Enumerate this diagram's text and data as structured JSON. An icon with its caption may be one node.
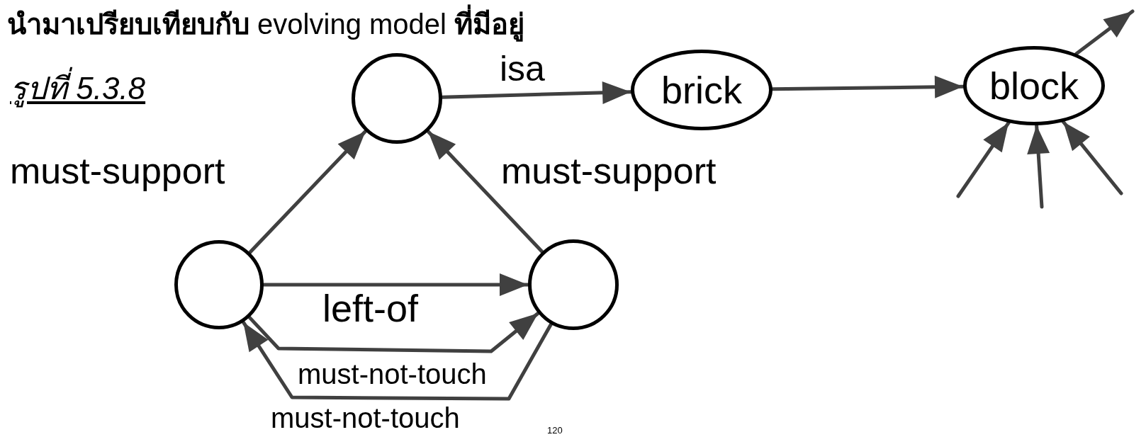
{
  "diagram": {
    "title": "**นำมาเปรียบเทียบกับ** evolving model **ที่มีอยู่**",
    "nodes": [
      {
        "text": [],
        "shape": "circle"
      },
      {
        "text": [
          "brick"
        ]
      },
      {
        "text": [
          "block"
        ]
      },
      {
        "text": [],
        "shape": "circle"
      },
      {
        "text": [],
        "shape": "circle"
      }
    ],
    "edges": [
      {
        "from": 0,
        "to": 1,
        "arrow": "to",
        "label": "isa"
      },
      {
        "from": 1,
        "to": 2,
        "arrow": "to"
      },
      {
        "from": 2,
        "to": null,
        "arrow": "to"
      },
      {
        "from": null,
        "to": 2,
        "arrow": "to"
      },
      {
        "from": null,
        "to": 2,
        "arrow": "to"
      },
      {
        "from": null,
        "to": 2,
        "arrow": "to"
      },
      {
        "from": 3,
        "to": 0,
        "arrow": "to",
        "label": "must-support"
      },
      {
        "from": 4,
        "to": 0,
        "arrow": "to",
        "label": "must-support"
      },
      {
        "from": 3,
        "to": 4,
        "arrow": "to",
        "label": "left-of"
      },
      {
        "from": 3,
        "to": 4,
        "arrow": "to",
        "label": "must-not-touch"
      },
      {
        "from": 4,
        "to": 3,
        "arrow": "to",
        "label": "must-not-touch"
      }
    ],
    "labels": [
      "รูปที่ 5.3.8",
      "120"
    ]
  }
}
